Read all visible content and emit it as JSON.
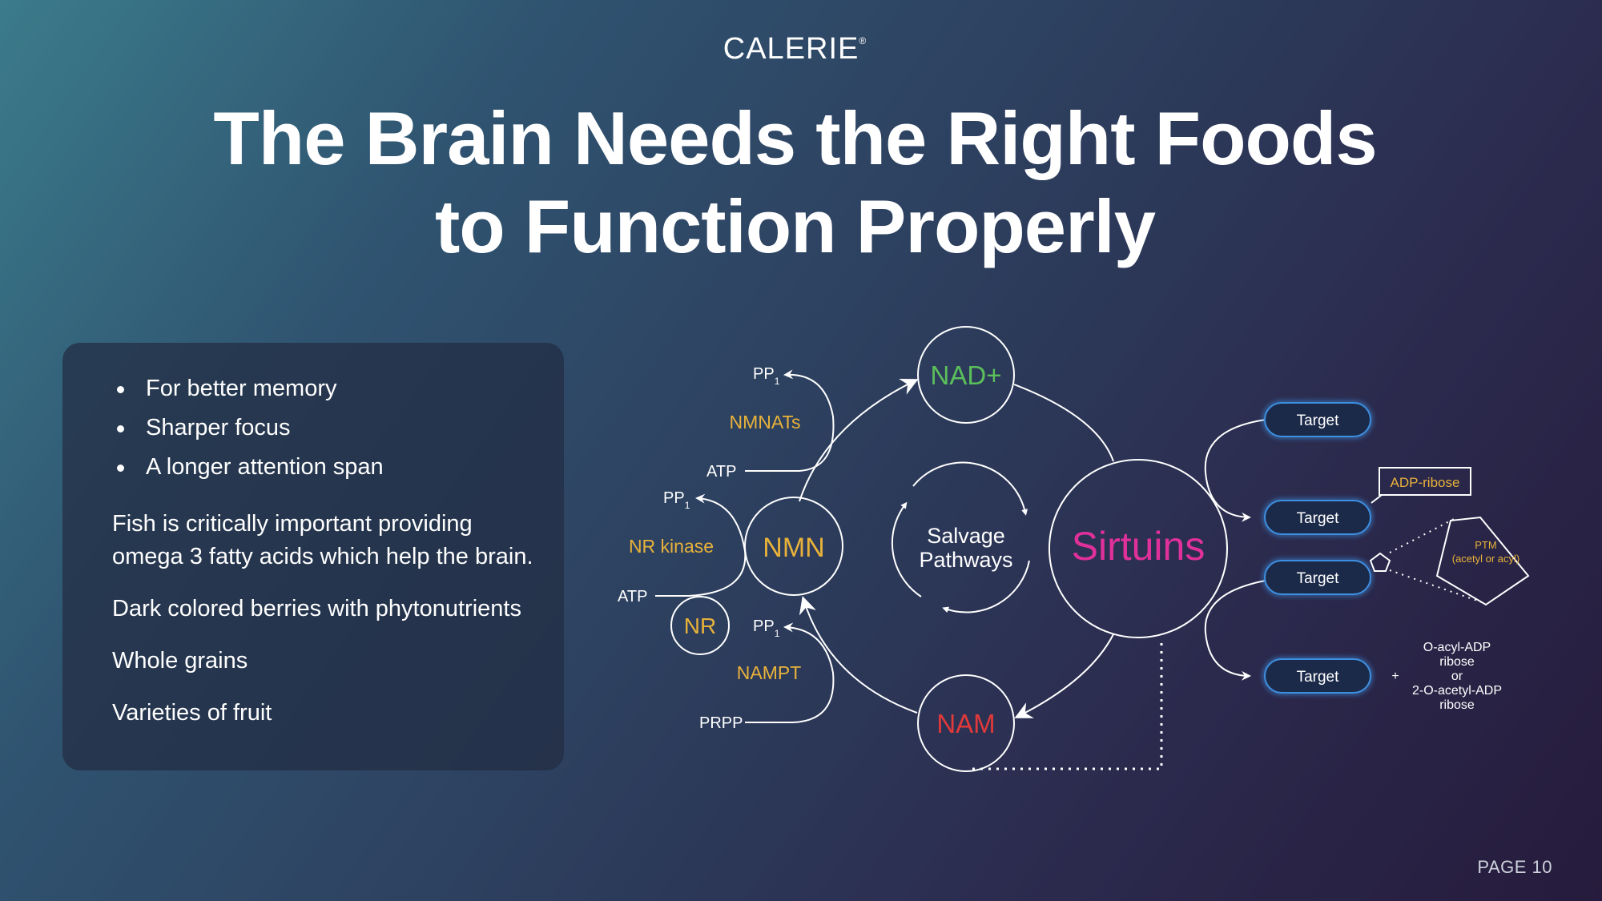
{
  "brand": {
    "name": "CALERIE",
    "mark": "®"
  },
  "title": {
    "line1": "The Brain Needs the Right Foods",
    "line2": "to Function Properly"
  },
  "panel": {
    "bullets": [
      "For better memory",
      "Sharper focus",
      "A longer attention span"
    ],
    "paragraphs": [
      [
        "Fish is critically important providing",
        "omega 3 fatty acids which help the brain."
      ],
      [
        "Dark colored berries with phytonutrients"
      ],
      [
        "Whole grains"
      ],
      [
        "Varieties of fruit"
      ]
    ]
  },
  "diagram": {
    "nodes": {
      "nad": "NAD+",
      "nmn": "NMN",
      "nam": "NAM",
      "nr": "NR",
      "sirtuins": "Sirtuins",
      "salvage_line1": "Salvage",
      "salvage_line2": "Pathways"
    },
    "enzymes": {
      "nmnats": "NMNATs",
      "nr_kinase": "NR kinase",
      "nampt": "NAMPT"
    },
    "substrates": {
      "pp": "PP",
      "pp_sub": "1",
      "atp": "ATP",
      "prpp": "PRPP"
    },
    "targets": [
      "Target",
      "Target",
      "Target",
      "Target"
    ],
    "adp_ribose": "ADP-ribose",
    "ptm_line1": "PTM",
    "ptm_line2": "(acetyl or acyl)",
    "plus": "+",
    "product_lines": [
      "O-acyl-ADP",
      "ribose",
      "or",
      "2-O-acetyl-ADP",
      "ribose"
    ],
    "colors": {
      "nad": "#5bbf5b",
      "nam": "#e03a3a",
      "sirtuins": "#e0309a",
      "enzyme": "#e8b23a",
      "line": "#ffffff",
      "target_glow": "#3d8fe0"
    }
  },
  "page": {
    "label": "PAGE 10"
  }
}
